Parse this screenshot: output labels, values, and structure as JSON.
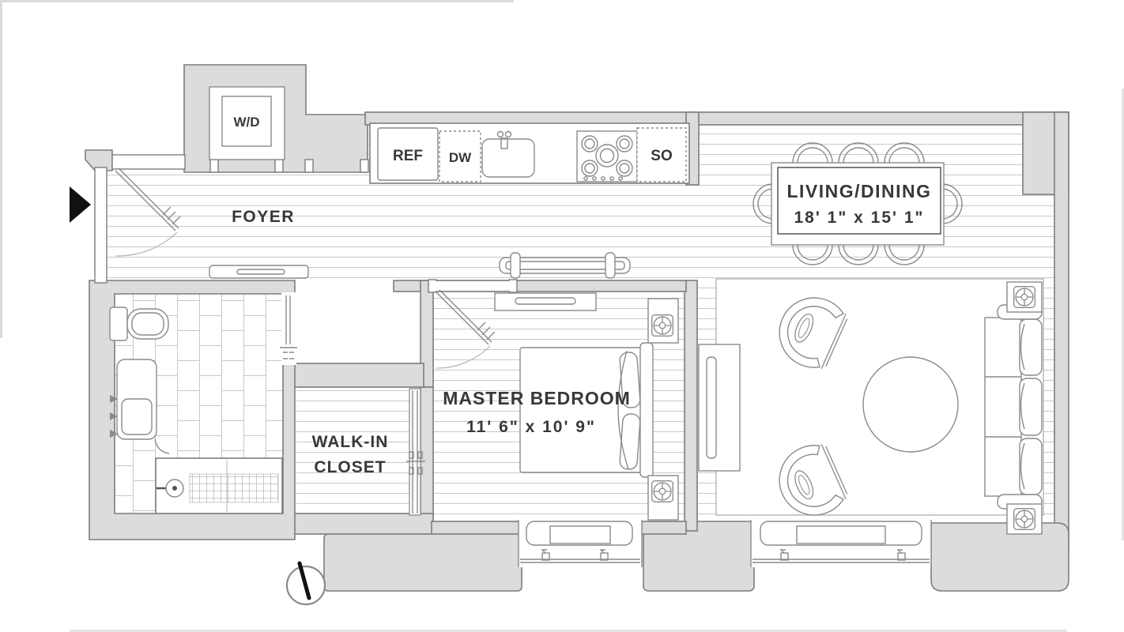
{
  "title": "Apartment floor plan",
  "colors": {
    "background": "#ffffff",
    "wall_fill": "#dcdcda",
    "wall_stroke": "#7d7d7b",
    "furniture_stroke": "#8a8a88",
    "floor_line": "#c9c9c7",
    "text": "#383836",
    "entry_arrow": "#111111"
  },
  "rooms": {
    "foyer": {
      "label": "FOYER"
    },
    "living_dining": {
      "label": "LIVING/DINING",
      "dimensions": "18' 1\" x 15' 1\""
    },
    "master_bedroom": {
      "label": "MASTER BEDROOM",
      "dimensions": "11' 6\" x 10' 9\""
    },
    "walk_in_closet": {
      "label_line1": "WALK-IN",
      "label_line2": "CLOSET"
    }
  },
  "appliances": {
    "washer_dryer": "W/D",
    "refrigerator": "REF",
    "dishwasher": "DW",
    "stove_oven": "SO"
  },
  "icons": {
    "entry_arrow": "solid-right-triangle",
    "north_compass": "circle-with-needle"
  }
}
